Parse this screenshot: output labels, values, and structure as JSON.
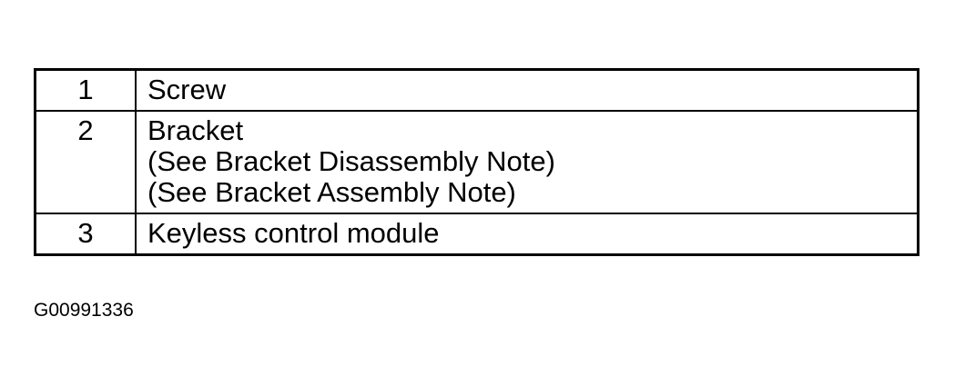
{
  "legend": {
    "rows": [
      {
        "number": "1",
        "lines": [
          "Screw"
        ]
      },
      {
        "number": "2",
        "lines": [
          "Bracket",
          "(See Bracket Disassembly Note)",
          "(See Bracket Assembly Note)"
        ]
      },
      {
        "number": "3",
        "lines": [
          "Keyless control module"
        ]
      }
    ]
  },
  "figure_id": "G00991336"
}
